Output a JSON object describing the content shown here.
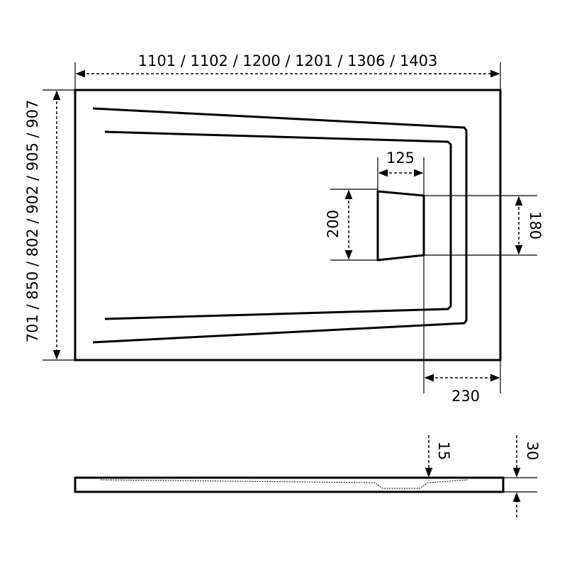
{
  "dimensions": {
    "width_label": "1101 / 1102 / 1200 / 1201 / 1306 / 1403",
    "length_label": "701 / 850 / 802 / 902 / 905 / 907",
    "drain_width": "125",
    "drain_height_outer": "200",
    "drain_height_inner": "180",
    "drain_offset": "230",
    "drain_depth": "15",
    "tray_thickness": "30"
  },
  "colors": {
    "line": "#000000",
    "background": "#ffffff"
  }
}
